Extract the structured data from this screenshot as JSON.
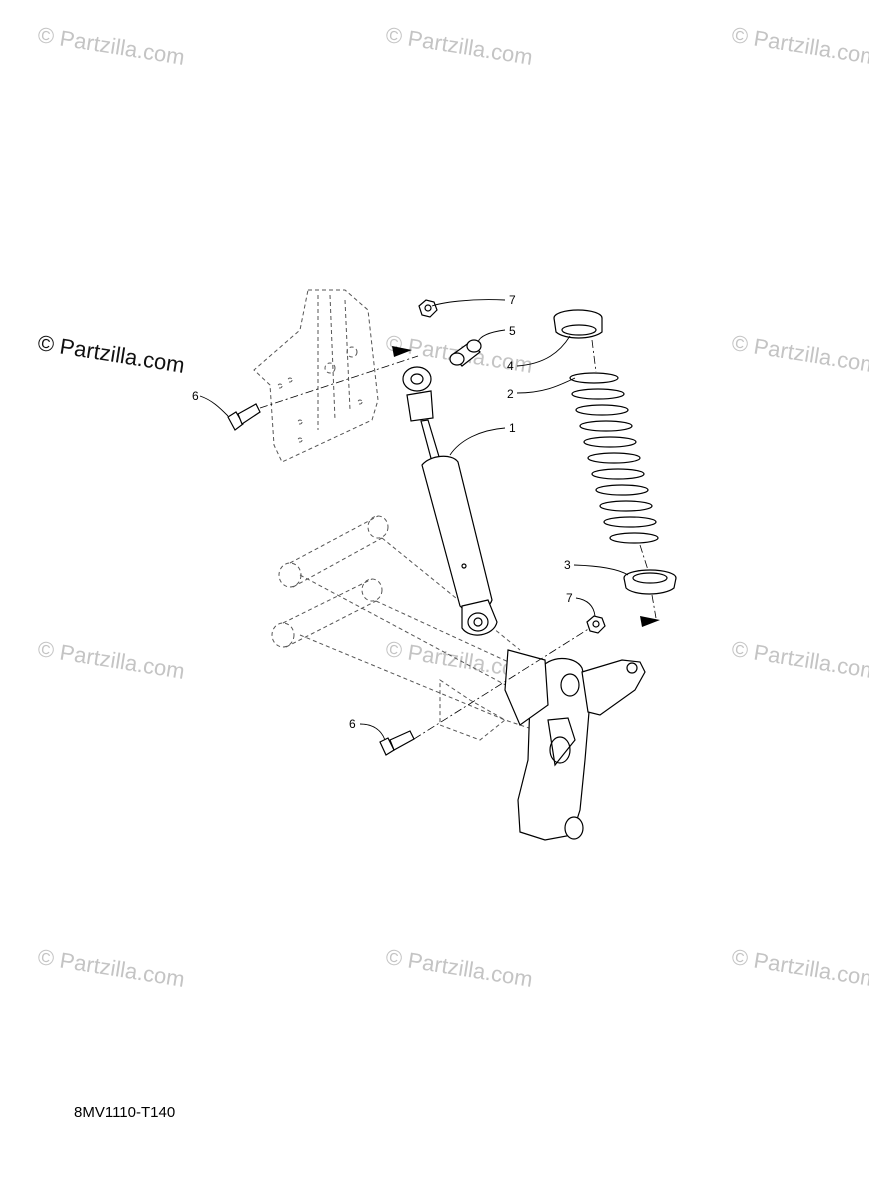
{
  "watermark": {
    "text": "© Partzilla.com",
    "prominent_text": "© Partzilla.com"
  },
  "callouts": [
    "1",
    "2",
    "3",
    "4",
    "5",
    "6",
    "7",
    "7"
  ],
  "diagram_code": "8MV1110-T140",
  "colors": {
    "line": "#000000",
    "dashed": "#555555",
    "watermark": "#c4c4c4"
  }
}
